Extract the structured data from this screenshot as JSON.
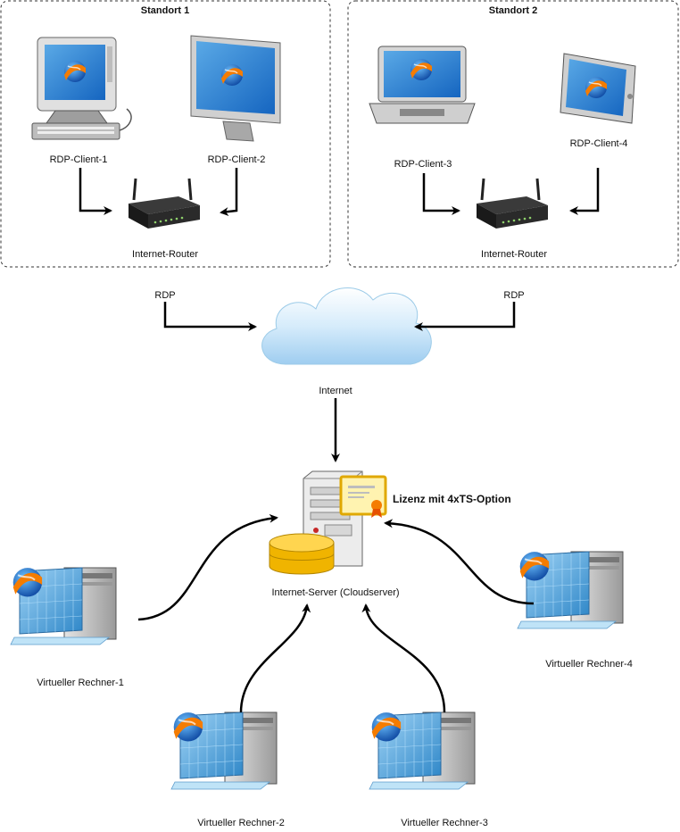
{
  "sites": [
    {
      "title": "Standort 1"
    },
    {
      "title": "Standort 2"
    }
  ],
  "clients": [
    {
      "label": "RDP-Client-1",
      "icon": "desktop-pc-icon"
    },
    {
      "label": "RDP-Client-2",
      "icon": "imac-icon"
    },
    {
      "label": "RDP-Client-3",
      "icon": "laptop-icon"
    },
    {
      "label": "RDP-Client-4",
      "icon": "tablet-icon"
    }
  ],
  "routers": [
    {
      "label": "Internet-Router"
    },
    {
      "label": "Internet-Router"
    }
  ],
  "links": {
    "rdp_left": "RDP",
    "rdp_right": "RDP"
  },
  "internet": {
    "label": "Internet"
  },
  "server": {
    "label": "Internet-Server (Cloudserver)",
    "license": "Lizenz mit 4xTS-Option"
  },
  "virtual_machines": [
    {
      "label": "Virtueller Rechner-1"
    },
    {
      "label": "Virtueller Rechner-2"
    },
    {
      "label": "Virtueller Rechner-3"
    },
    {
      "label": "Virtueller Rechner-4"
    }
  ],
  "colors": {
    "accent_blue": "#1e88e5",
    "orange": "#f57c00",
    "cert_yellow": "#f5c518",
    "db_yellow": "#f0b400"
  }
}
